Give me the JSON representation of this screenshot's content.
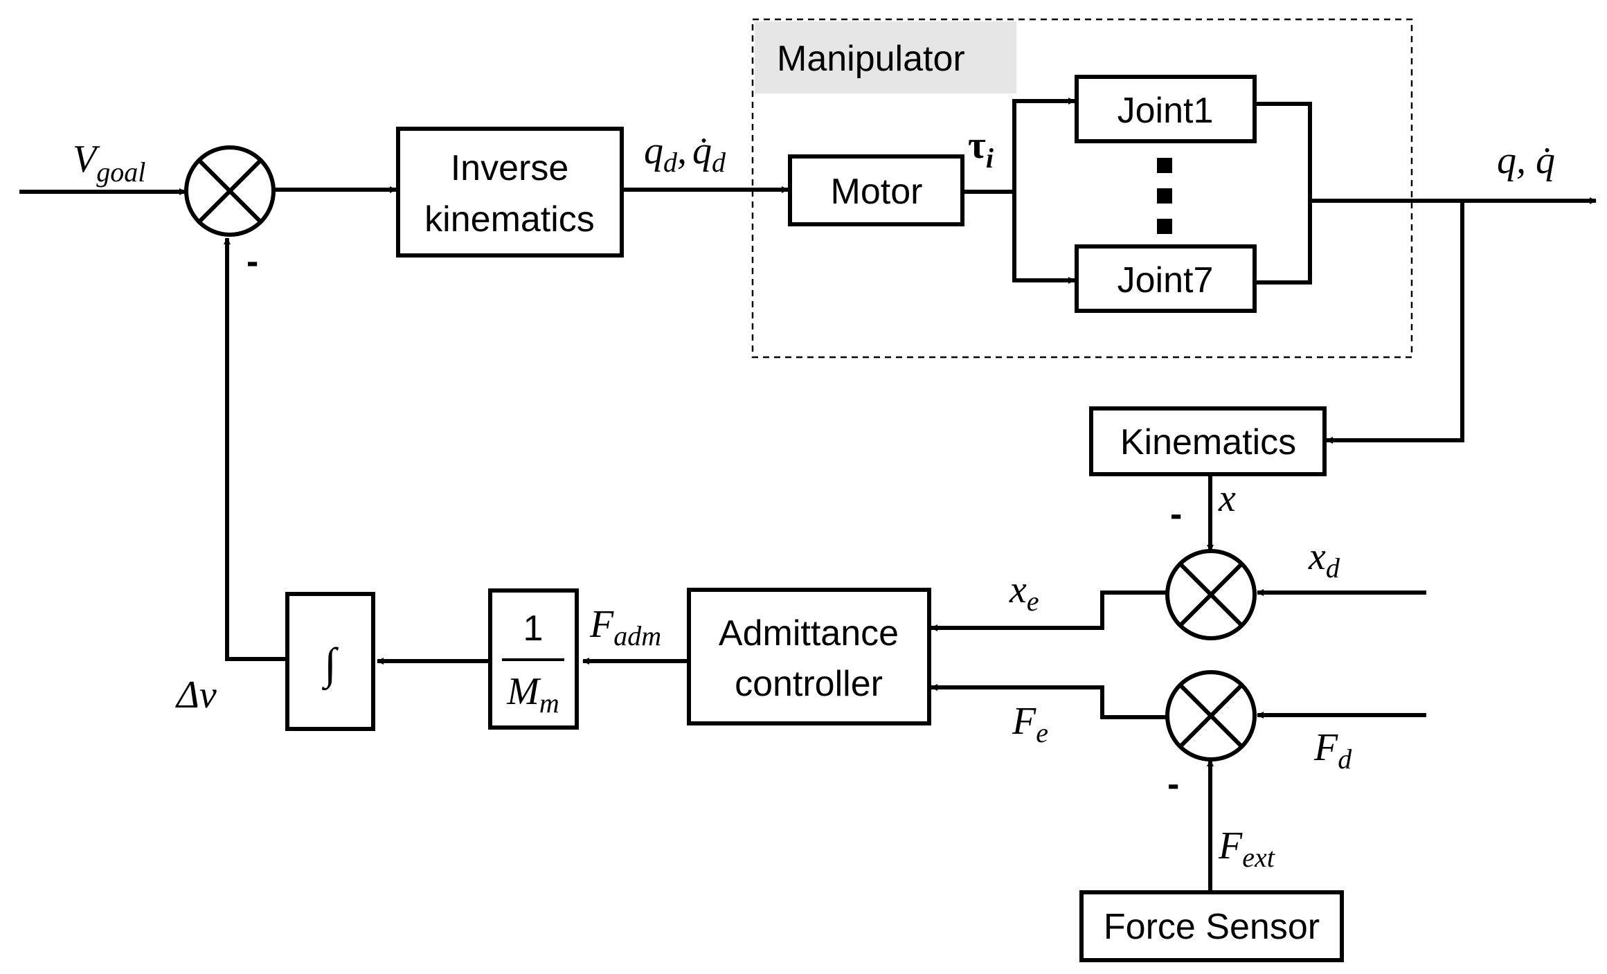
{
  "colors": {
    "stroke": "#000000",
    "background": "#ffffff",
    "group_label_fill": "#e6e6e6"
  },
  "group": {
    "title": "Manipulator"
  },
  "blocks": {
    "inverse_kinematics": {
      "line1": "Inverse",
      "line2": "kinematics"
    },
    "motor": "Motor",
    "joint1": "Joint1",
    "joint7": "Joint7",
    "kinematics": "Kinematics",
    "admittance": {
      "line1": "Admittance",
      "line2": "controller"
    },
    "mass_gain": {
      "numerator": "1",
      "den_main": "M",
      "den_sub": "m"
    },
    "integrator": "∫",
    "force_sensor": "Force Sensor"
  },
  "signals": {
    "v_goal": {
      "main": "V",
      "sub": "goal"
    },
    "qd": {
      "q": "q",
      "d": "d",
      "comma": ",",
      "qdot": "q̇",
      "d2": "d"
    },
    "tau": {
      "main": "τ",
      "sub": "i"
    },
    "q_out": "q, q̇",
    "x": "x",
    "x_d": {
      "main": "x",
      "sub": "d"
    },
    "x_e": {
      "main": "x",
      "sub": "e"
    },
    "f_d": {
      "main": "F",
      "sub": "d"
    },
    "f_e": {
      "main": "F",
      "sub": "e"
    },
    "f_ext": {
      "main": "F",
      "sub": "ext"
    },
    "f_adm": {
      "main": "F",
      "sub": "adm"
    },
    "delta_v": "Δv"
  },
  "signs": {
    "minus": "-"
  },
  "ellipsis": "⋮"
}
